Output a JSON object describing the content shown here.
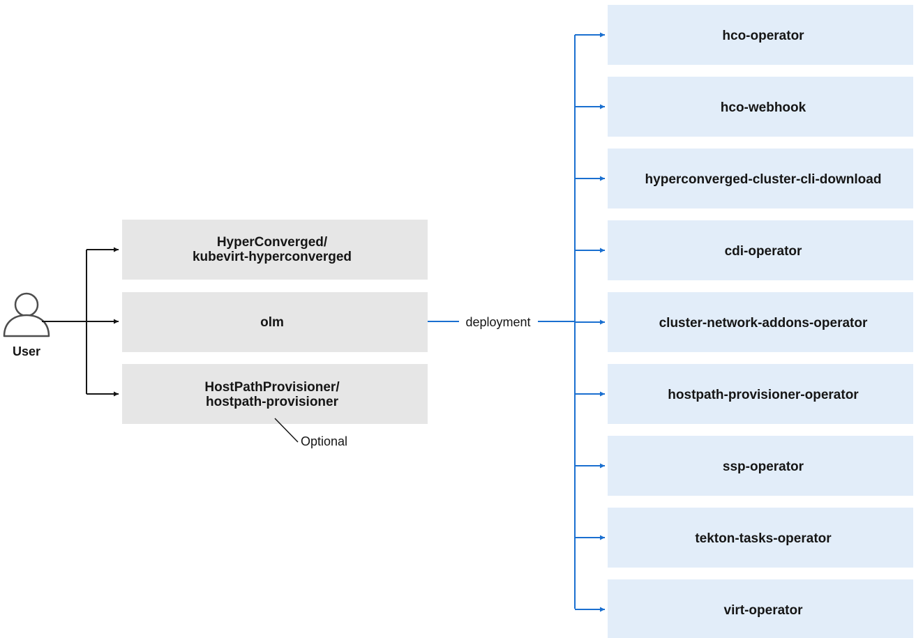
{
  "colors": {
    "input_box_fill": "#e6e6e6",
    "component_box_fill": "#e2edf9",
    "user_arrow": "#151515",
    "deployment_arrow": "#1a6fd0",
    "text": "#151515"
  },
  "user": {
    "label": "User",
    "icon": "user-icon"
  },
  "inputs": [
    {
      "lines": [
        "HyperConverged/",
        "kubevirt-hyperconverged"
      ]
    },
    {
      "lines": [
        "olm"
      ]
    },
    {
      "lines": [
        "HostPathProvisioner/",
        "hostpath-provisioner"
      ]
    }
  ],
  "optional_label": "Optional",
  "deployment_label": "deployment",
  "components": [
    "hco-operator",
    "hco-webhook",
    "hyperconverged-cluster-cli-download",
    "cdi-operator",
    "cluster-network-addons-operator",
    "hostpath-provisioner-operator",
    "ssp-operator",
    "tekton-tasks-operator",
    "virt-operator"
  ]
}
